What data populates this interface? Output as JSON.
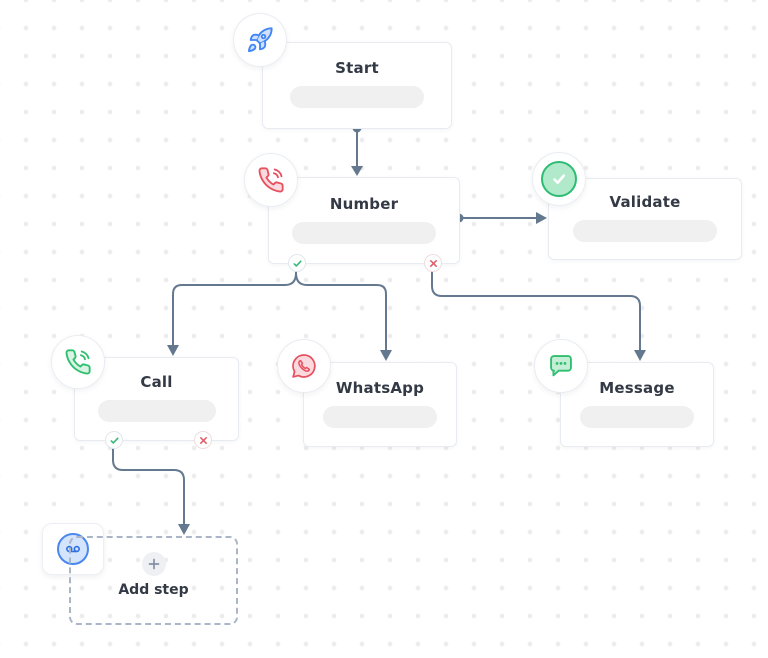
{
  "canvas": {
    "background": "#ffffff",
    "dot_color": "#ececec",
    "connector_color": "#64798f"
  },
  "colors": {
    "blue": "#4285f4",
    "red": "#e5515f",
    "green": "#2fbf6e",
    "badge_green": "#3cb878",
    "badge_red": "#e0606b",
    "placeholder": "#f0f0f1",
    "text": "#333a45"
  },
  "nodes": {
    "start": {
      "label": "Start",
      "icon": "rocket-icon",
      "placeholder_pill": true
    },
    "number": {
      "label": "Number",
      "icon": "phone-icon",
      "placeholder_pill": true,
      "badges": [
        "success",
        "failure"
      ]
    },
    "validate": {
      "label": "Validate",
      "icon": "check-circle-icon",
      "placeholder_pill": true
    },
    "call": {
      "label": "Call",
      "icon": "phone-call-icon",
      "placeholder_pill": true,
      "badges": [
        "success",
        "failure"
      ]
    },
    "whatsapp": {
      "label": "WhatsApp",
      "icon": "whatsapp-icon",
      "placeholder_pill": true
    },
    "message": {
      "label": "Message",
      "icon": "message-dots-icon",
      "placeholder_pill": true
    },
    "add_step": {
      "label": "Add step",
      "icon": "voicemail-icon"
    }
  },
  "edges": [
    {
      "from": "start",
      "to": "number",
      "branch": null
    },
    {
      "from": "number",
      "to": "validate",
      "branch": null
    },
    {
      "from": "number",
      "to": "call",
      "branch": "success"
    },
    {
      "from": "number",
      "to": "whatsapp",
      "branch": "success"
    },
    {
      "from": "number",
      "to": "message",
      "branch": "failure"
    },
    {
      "from": "call",
      "to": "add_step",
      "branch": "success"
    }
  ]
}
